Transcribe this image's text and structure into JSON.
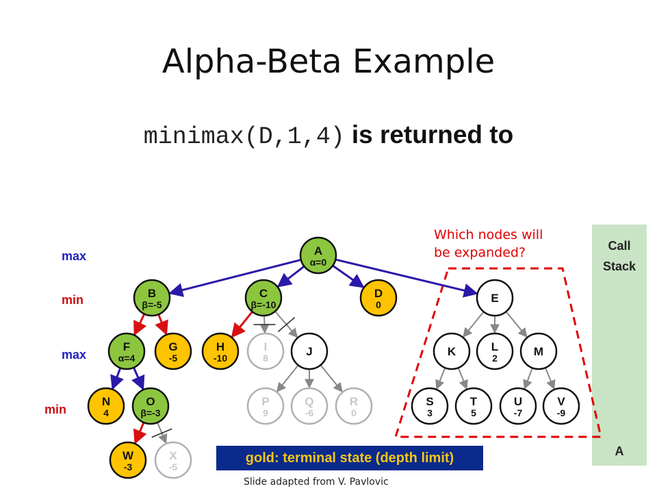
{
  "slide": {
    "title": "Alpha-Beta Example",
    "subtitle_code": "minimax(D,1,4)",
    "subtitle_text": "is returned to",
    "question": "Which nodes will\nbe expanded?",
    "call_stack_title": "Call\nStack",
    "call_stack_items": [
      "A"
    ],
    "legend": "gold: terminal state (depth limit)",
    "credit": "Slide adapted from V. Pavlovic"
  },
  "colors": {
    "green": "#8cc63f",
    "gold": "#ffc400",
    "white": "#ffffff",
    "edge_blue": "#2a1aa8",
    "edge_red": "#d81010",
    "edge_gray": "#888888",
    "dash_red": "#e00000",
    "ghost_text": "#c8c8c8"
  },
  "level_labels": [
    {
      "id": "l0",
      "text": "max"
    },
    {
      "id": "l1",
      "text": "min"
    },
    {
      "id": "l2",
      "text": "max"
    },
    {
      "id": "l3",
      "text": "min"
    }
  ],
  "nodes": [
    {
      "id": "A",
      "label": "A",
      "value": "α=0",
      "style": "green"
    },
    {
      "id": "B",
      "label": "B",
      "value": "β=-5",
      "style": "green"
    },
    {
      "id": "C",
      "label": "C",
      "value": "β=-10",
      "style": "green"
    },
    {
      "id": "D",
      "label": "D",
      "value": "0",
      "style": "gold"
    },
    {
      "id": "E",
      "label": "E",
      "value": "",
      "style": "white"
    },
    {
      "id": "F",
      "label": "F",
      "value": "α=4",
      "style": "green"
    },
    {
      "id": "G",
      "label": "G",
      "value": "-5",
      "style": "gold"
    },
    {
      "id": "H",
      "label": "H",
      "value": "-10",
      "style": "gold"
    },
    {
      "id": "I",
      "label": "I",
      "value": "8",
      "style": "ghost"
    },
    {
      "id": "J",
      "label": "J",
      "value": "",
      "style": "white"
    },
    {
      "id": "K",
      "label": "K",
      "value": "",
      "style": "white"
    },
    {
      "id": "L",
      "label": "L",
      "value": "2",
      "style": "white"
    },
    {
      "id": "M",
      "label": "M",
      "value": "",
      "style": "white"
    },
    {
      "id": "N",
      "label": "N",
      "value": "4",
      "style": "gold"
    },
    {
      "id": "O",
      "label": "O",
      "value": "β=-3",
      "style": "green"
    },
    {
      "id": "P",
      "label": "P",
      "value": "9",
      "style": "ghost"
    },
    {
      "id": "Q",
      "label": "Q",
      "value": "-6",
      "style": "ghost"
    },
    {
      "id": "R",
      "label": "R",
      "value": "0",
      "style": "ghost"
    },
    {
      "id": "S",
      "label": "S",
      "value": "3",
      "style": "white"
    },
    {
      "id": "T",
      "label": "T",
      "value": "5",
      "style": "white"
    },
    {
      "id": "U",
      "label": "U",
      "value": "-7",
      "style": "white"
    },
    {
      "id": "V",
      "label": "V",
      "value": "-9",
      "style": "white"
    },
    {
      "id": "W",
      "label": "W",
      "value": "-3",
      "style": "gold"
    },
    {
      "id": "X",
      "label": "X",
      "value": "-5",
      "style": "ghost"
    }
  ],
  "edges": [
    {
      "from": "A",
      "to": "B",
      "color": "edge_blue"
    },
    {
      "from": "A",
      "to": "C",
      "color": "edge_blue"
    },
    {
      "from": "A",
      "to": "D",
      "color": "edge_blue"
    },
    {
      "from": "A",
      "to": "E",
      "color": "edge_blue"
    },
    {
      "from": "B",
      "to": "F",
      "color": "edge_red"
    },
    {
      "from": "B",
      "to": "G",
      "color": "edge_red"
    },
    {
      "from": "C",
      "to": "H",
      "color": "edge_red"
    },
    {
      "from": "C",
      "to": "I",
      "color": "edge_gray"
    },
    {
      "from": "C",
      "to": "J",
      "color": "edge_gray"
    },
    {
      "from": "E",
      "to": "K",
      "color": "edge_gray"
    },
    {
      "from": "E",
      "to": "L",
      "color": "edge_gray"
    },
    {
      "from": "E",
      "to": "M",
      "color": "edge_gray"
    },
    {
      "from": "F",
      "to": "N",
      "color": "edge_blue"
    },
    {
      "from": "F",
      "to": "O",
      "color": "edge_blue"
    },
    {
      "from": "J",
      "to": "P",
      "color": "edge_gray"
    },
    {
      "from": "J",
      "to": "Q",
      "color": "edge_gray"
    },
    {
      "from": "J",
      "to": "R",
      "color": "edge_gray"
    },
    {
      "from": "K",
      "to": "S",
      "color": "edge_gray"
    },
    {
      "from": "K",
      "to": "T",
      "color": "edge_gray"
    },
    {
      "from": "M",
      "to": "U",
      "color": "edge_gray"
    },
    {
      "from": "M",
      "to": "V",
      "color": "edge_gray"
    },
    {
      "from": "O",
      "to": "W",
      "color": "edge_red"
    },
    {
      "from": "O",
      "to": "X",
      "color": "edge_gray"
    }
  ],
  "pruned_edges": [
    "C-I",
    "C-J",
    "O-X"
  ]
}
